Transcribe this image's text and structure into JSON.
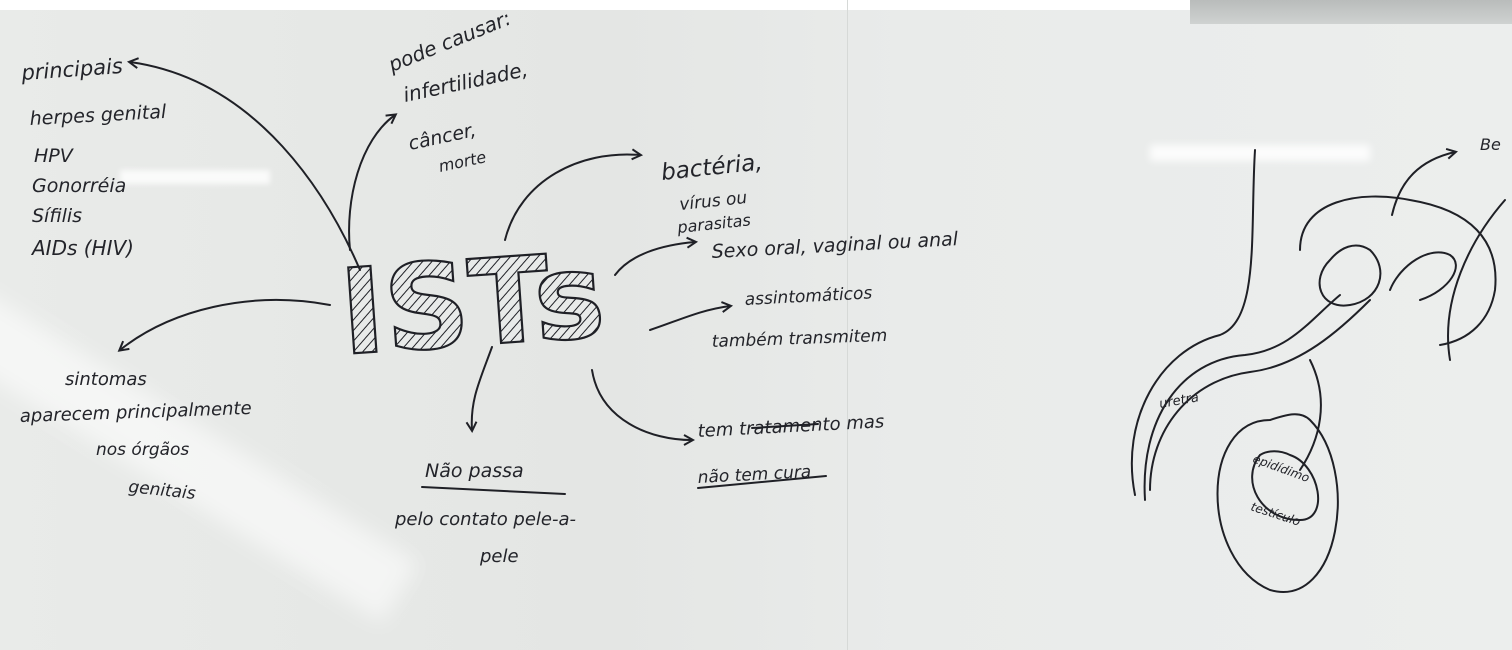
{
  "board": {
    "title": "ISTs",
    "left_list": {
      "heading": "principais",
      "items": [
        "herpes genital",
        "HPV",
        "Gonorréia",
        "Sífilis",
        "AIDs (HIV)"
      ]
    },
    "can_cause": {
      "heading": "pode causar:",
      "lines": [
        "infertilidade,",
        "câncer,",
        "morte"
      ]
    },
    "causes": [
      "bactéria,",
      "vírus ou",
      "parasitas"
    ],
    "transmission": "Sexo oral, vaginal ou anal",
    "asymptomatic": [
      "assintomáticos",
      "também transmitem"
    ],
    "treatment": [
      "tem tratamento mas",
      "não tem cura"
    ],
    "not_pass": [
      "Não passa",
      "pelo contato pele-a-",
      "pele"
    ],
    "symptoms": [
      "sintomas",
      "aparecem principalmente",
      "nos órgãos",
      "genitais"
    ],
    "diagram_labels": [
      "uretra",
      "epidídimo",
      "testículo"
    ],
    "edge_label": "Be"
  },
  "colors": {
    "ink": "#23242a",
    "board": "#e8eae9"
  }
}
